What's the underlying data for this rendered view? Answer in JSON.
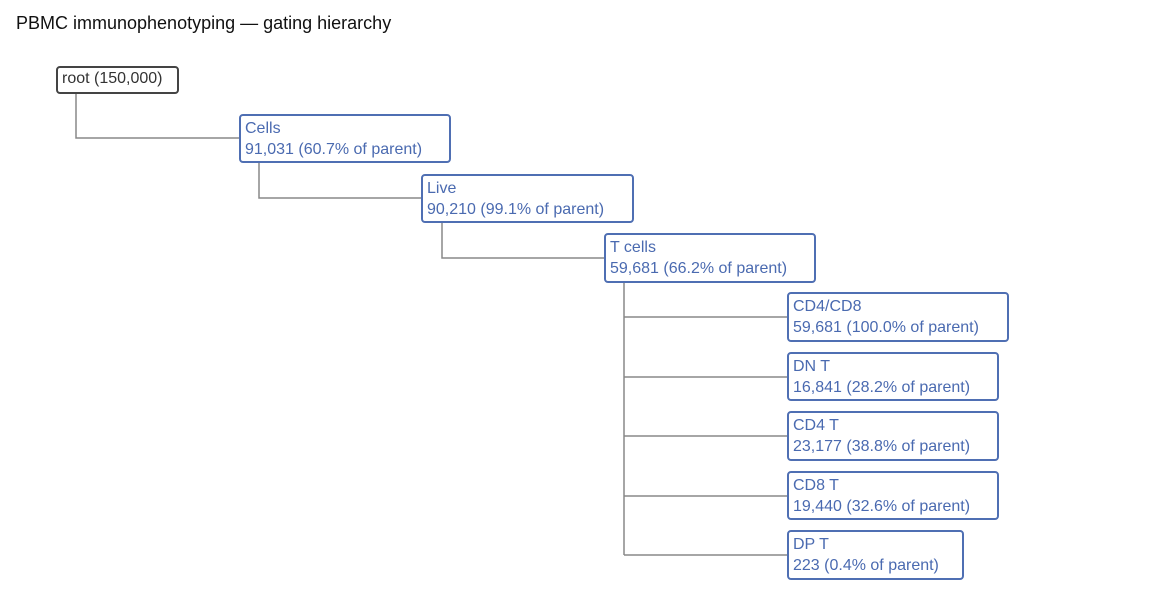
{
  "title": "PBMC immunophenotyping — gating hierarchy",
  "colors": {
    "node_border": "#4f6fb3",
    "node_text": "#4a6ab0",
    "root_border": "#444444",
    "connector": "#888888"
  },
  "root": {
    "label": "root (150,000)"
  },
  "nodes": [
    {
      "name": "Cells",
      "count": "91,031",
      "pct": "(60.7% of parent)"
    },
    {
      "name": "Live",
      "count": "90,210",
      "pct": "(99.1% of parent)"
    },
    {
      "name": "T cells",
      "count": "59,681",
      "pct": "(66.2% of parent)"
    },
    {
      "name": "CD4/CD8",
      "count": "59,681",
      "pct": "(100.0% of parent)"
    },
    {
      "name": "DN T",
      "count": "16,841",
      "pct": "(28.2% of parent)"
    },
    {
      "name": "CD4 T",
      "count": "23,177",
      "pct": "(38.8% of parent)"
    },
    {
      "name": "CD8 T",
      "count": "19,440",
      "pct": "(32.6% of parent)"
    },
    {
      "name": "DP T",
      "count": "223",
      "pct": "(0.4% of parent)"
    }
  ]
}
